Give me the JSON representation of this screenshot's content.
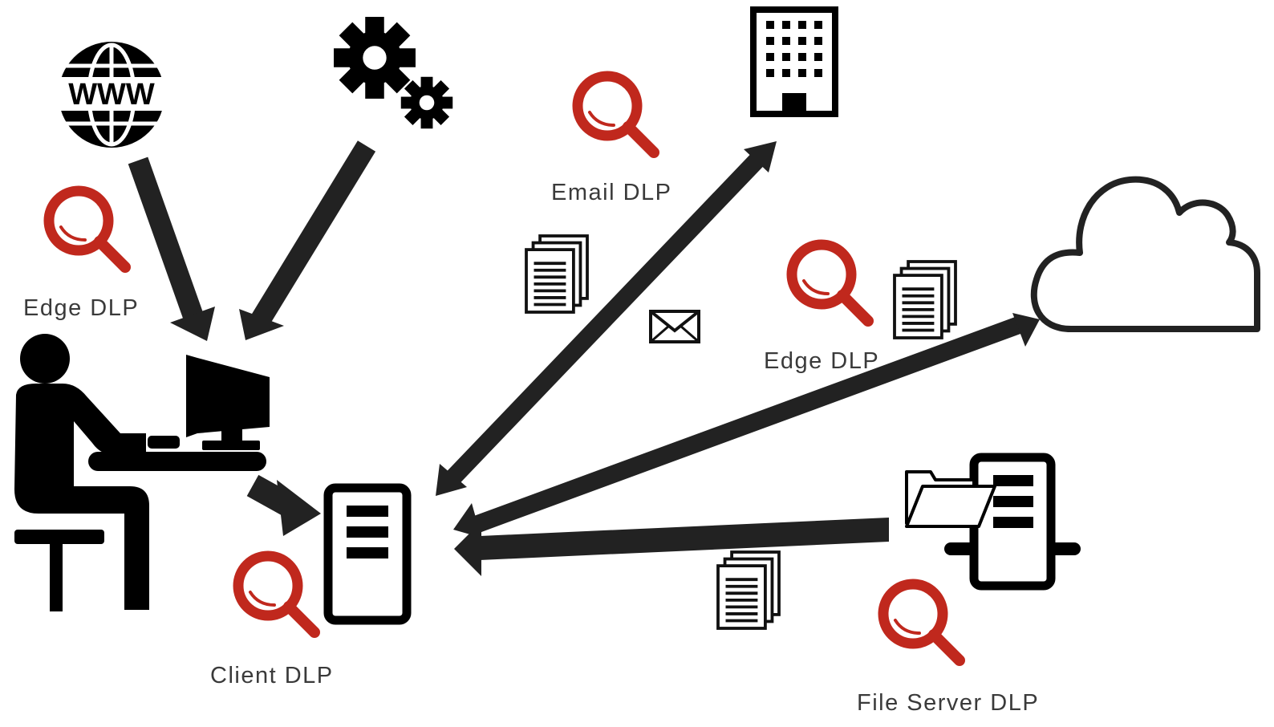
{
  "labels": {
    "edge_dlp_left": "Edge DLP",
    "email_dlp": "Email DLP",
    "edge_dlp_right": "Edge DLP",
    "client_dlp": "Client DLP",
    "file_server_dlp": "File Server DLP"
  },
  "www_text": "WWW",
  "colors": {
    "magnifier": "#c0281d",
    "icon": "#000000",
    "arrow": "#222222",
    "label": "#3a3a3a"
  },
  "icons": [
    "globe-www-icon",
    "gears-icon",
    "person-at-computer-icon",
    "client-server-icon",
    "office-building-icon",
    "cloud-icon",
    "file-server-icon",
    "folder-icon",
    "envelope-icon",
    "documents-icon",
    "magnifier-icon"
  ]
}
